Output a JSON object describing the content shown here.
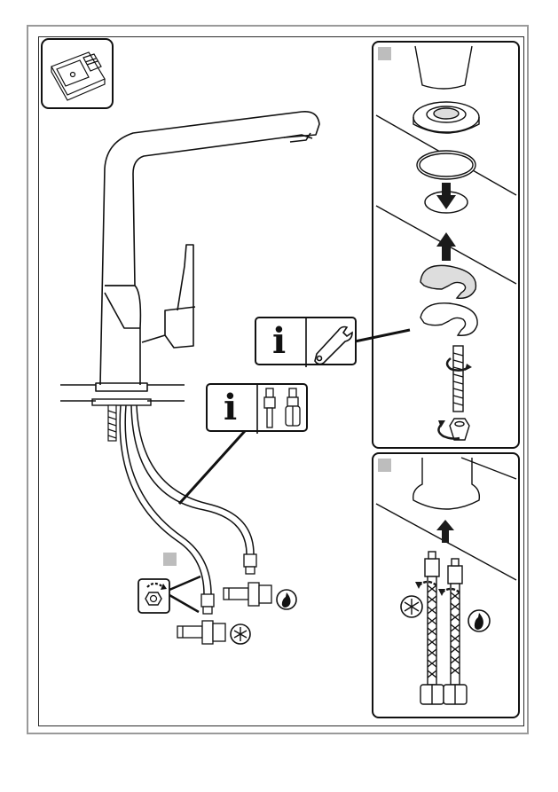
{
  "figure": {
    "steps": [
      {
        "id": "main-installation"
      },
      {
        "id": "top-right-detail"
      },
      {
        "id": "bottom-right-detail"
      }
    ],
    "icons": [
      "sink-thumbnail-icon",
      "info-icon",
      "wrench-icon",
      "hose-connector-icon",
      "hex-nut-icon",
      "rotate-arrow-icon",
      "cold-water-snowflake-icon",
      "hot-water-flame-icon",
      "down-arrow-icon",
      "up-arrow-icon"
    ],
    "info_glyph": "i",
    "colors": {
      "line": "#111111",
      "frame": "#9a9a9a",
      "step_marker": "#bdbdbd",
      "arrow_fill": "#1a1a1a"
    }
  }
}
